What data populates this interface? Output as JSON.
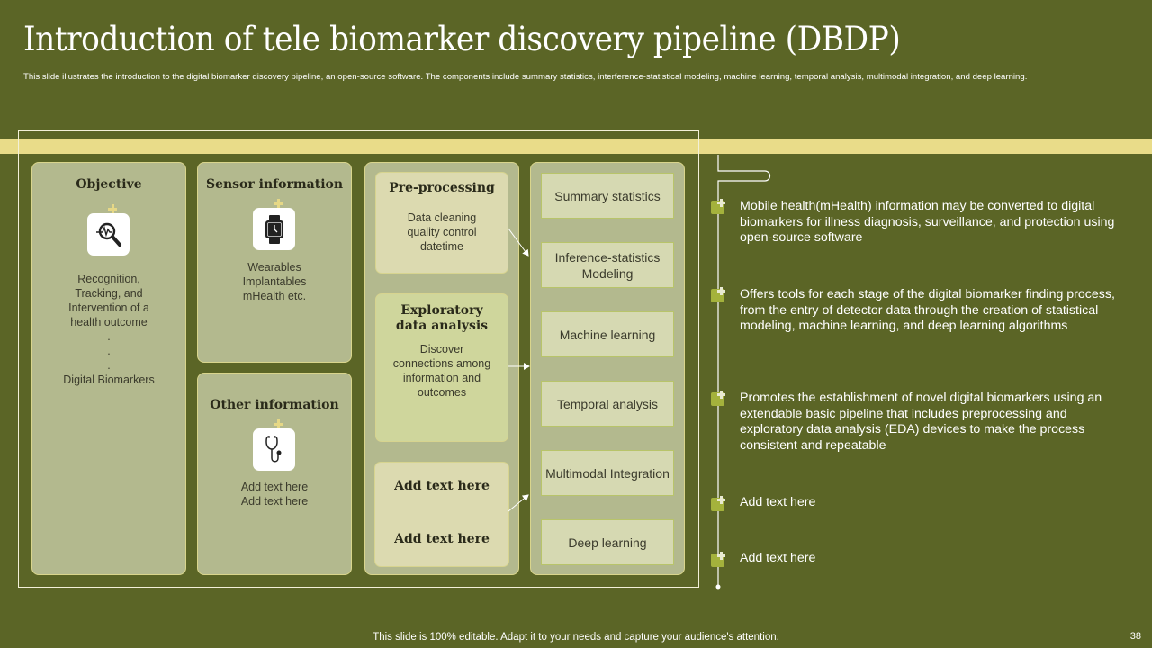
{
  "header": {
    "title": "Introduction of tele biomarker discovery pipeline (DBDP)",
    "subtitle": "This slide illustrates the introduction to the digital biomarker discovery pipeline, an open-source software. The components include summary statistics, interference-statistical modeling, machine learning, temporal analysis, multimodal  integration, and deep learning."
  },
  "colors": {
    "background": "#5b6526",
    "band": "#e9dc89",
    "card": "#b3b98e",
    "bullet_marker": "#a4b23c"
  },
  "objective": {
    "title": "Objective",
    "icon": "magnifier-pulse-icon",
    "lines": [
      "Recognition,",
      "Tracking, and",
      "Intervention  of a",
      "health outcome",
      ".",
      ".",
      ".",
      "Digital Biomarkers"
    ]
  },
  "sensor": {
    "title": "Sensor information",
    "icon": "smartwatch-icon",
    "lines": [
      "Wearables",
      "Implantables",
      "mHealth etc."
    ]
  },
  "other": {
    "title": "Other information",
    "icon": "stethoscope-icon",
    "lines": [
      "Add text here",
      "Add text here"
    ]
  },
  "pipeline": {
    "preprocessing": {
      "title": "Pre-processing",
      "lines": [
        "Data cleaning",
        "quality control",
        "datetime"
      ]
    },
    "eda": {
      "title_lines": [
        "Exploratory",
        "data analysis"
      ],
      "lines": [
        "Discover",
        "connections among",
        "information  and",
        "outcomes"
      ]
    },
    "extra": {
      "title1": "Add text here",
      "title2": "Add text here"
    }
  },
  "methods": [
    {
      "label": "Summary statistics"
    },
    {
      "label": "Inference-statistics Modeling"
    },
    {
      "label": "Machine learning"
    },
    {
      "label": "Temporal analysis"
    },
    {
      "label": "Multimodal Integration"
    },
    {
      "label": "Deep learning"
    }
  ],
  "bullets": [
    {
      "text": "Mobile health(mHealth) information may be converted to digital biomarkers for illness diagnosis, surveillance, and protection using open-source software"
    },
    {
      "text": "Offers tools for each stage of the digital biomarker finding process, from the entry of detector data through the creation of statistical modeling, machine learning, and deep learning algorithms"
    },
    {
      "text": "Promotes the establishment of novel digital biomarkers using an extendable basic pipeline that includes preprocessing and exploratory data analysis (EDA) devices to make the process consistent and repeatable"
    },
    {
      "text": "Add text here"
    },
    {
      "text": "Add text here"
    }
  ],
  "footer": {
    "note": "This slide is 100% editable. Adapt it to your needs and capture your audience's attention.",
    "page_number": "38"
  }
}
